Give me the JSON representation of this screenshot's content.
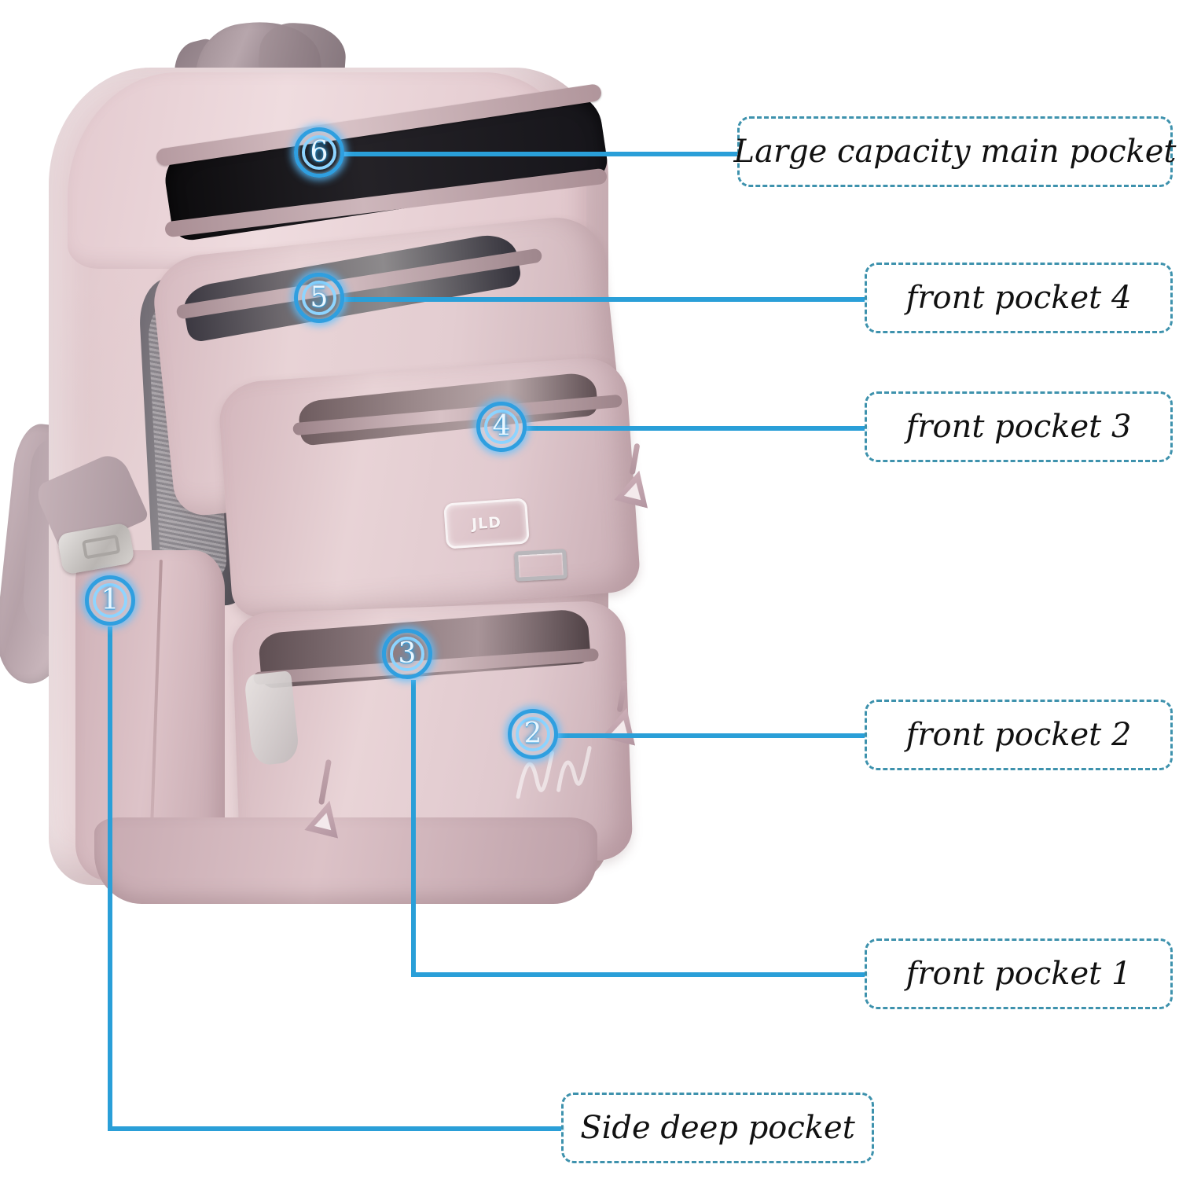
{
  "diagram": {
    "subject": "backpack-feature-callout",
    "accent_line_color": "#2a9fd8",
    "callout_border_color": "#3e92ad",
    "marker_color": "#2f9fe0",
    "product_color": "#e2c8cd",
    "logo_text": "JLD"
  },
  "callouts": [
    {
      "marker": "6",
      "label": "Large capacity main pocket"
    },
    {
      "marker": "5",
      "label": "front pocket 4"
    },
    {
      "marker": "4",
      "label": "front pocket 3"
    },
    {
      "marker": "2",
      "label": "front pocket 2"
    },
    {
      "marker": "3",
      "label": "front pocket 1"
    },
    {
      "marker": "1",
      "label": "Side deep pocket"
    }
  ]
}
